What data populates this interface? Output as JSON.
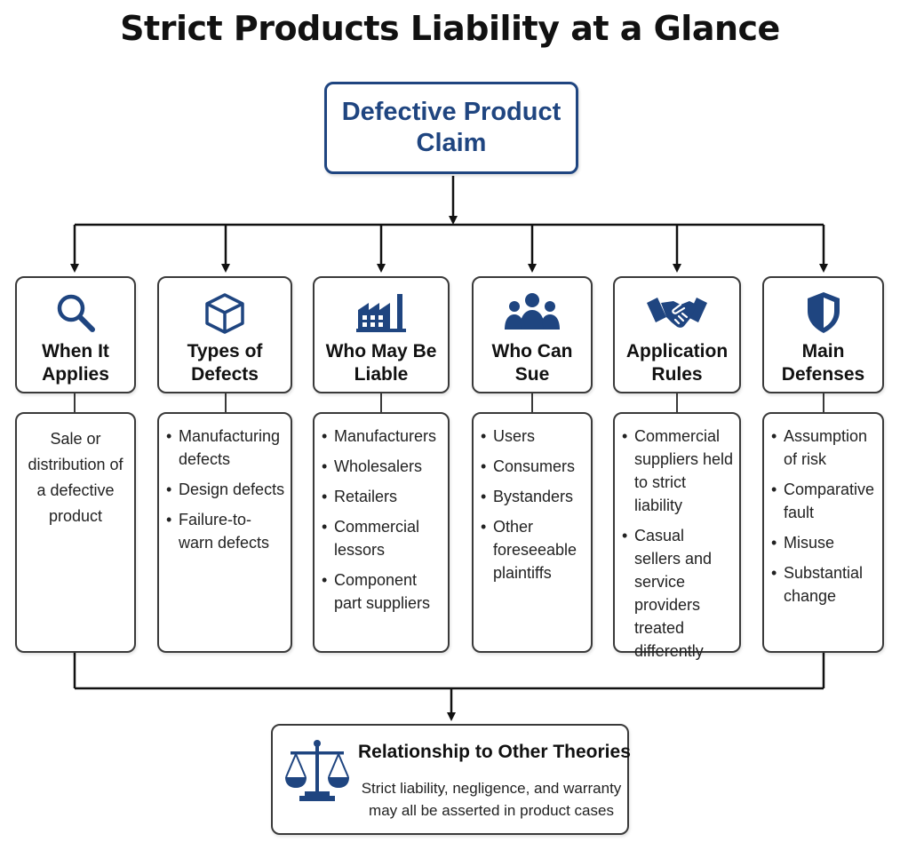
{
  "title": "Strict Products Liability at a Glance",
  "root": {
    "label": "Defective Product Claim"
  },
  "colors": {
    "accent": "#1f4580",
    "border": "#3a3a3a",
    "line": "#111111"
  },
  "columns": [
    {
      "heading": "When It Applies",
      "icon": "magnifying-glass-icon",
      "text": "Sale or distribution of a defective product"
    },
    {
      "heading": "Types of Defects",
      "icon": "cube-icon",
      "bullets": [
        "Manufacturing defects",
        "Design defects",
        "Failure-to-warn defects"
      ]
    },
    {
      "heading": "Who May Be Liable",
      "icon": "factory-icon",
      "bullets": [
        "Manufacturers",
        "Wholesalers",
        "Retailers",
        "Commercial lessors",
        "Component part suppliers"
      ]
    },
    {
      "heading": "Who Can Sue",
      "icon": "people-group-icon",
      "bullets": [
        "Users",
        "Consumers",
        "Bystanders",
        "Other foreseeable plaintiffs"
      ]
    },
    {
      "heading": "Application Rules",
      "icon": "handshake-icon",
      "bullets": [
        "Commercial suppliers held to strict liability",
        "Casual sellers and service providers treated differently"
      ]
    },
    {
      "heading": "Main Defenses",
      "icon": "shield-icon",
      "bullets": [
        "Assumption of risk",
        "Comparative fault",
        "Misuse",
        "Substantial change"
      ]
    }
  ],
  "bottom": {
    "title": "Relationship to Other Theories",
    "text": "Strict liability, negligence, and warranty may all be asserted in product cases",
    "icon": "scales-of-justice-icon"
  }
}
